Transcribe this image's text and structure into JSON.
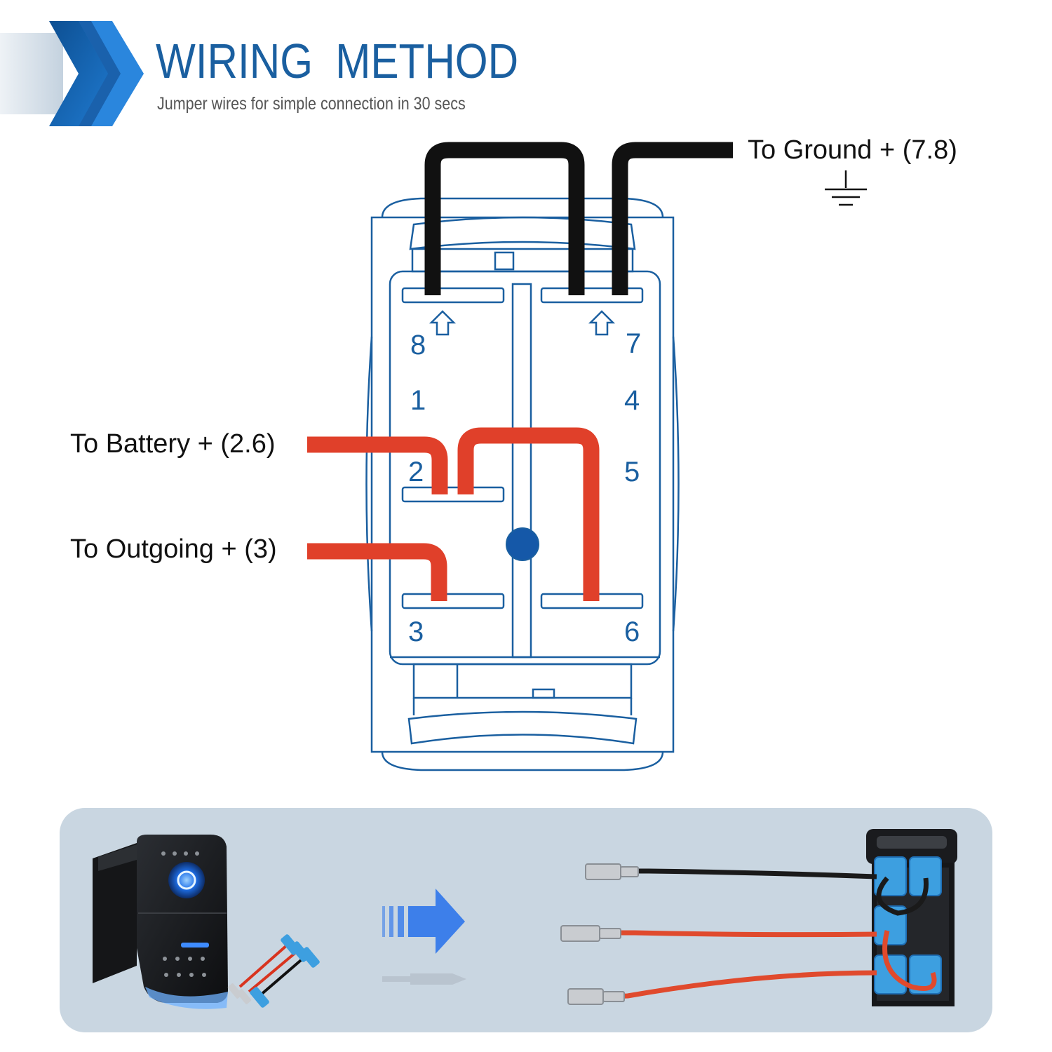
{
  "header": {
    "title": "WIRING  METHOD",
    "subtitle": "Jumper wires for simple connection in 30 secs",
    "accent_color": "#1a5fa0"
  },
  "labels": {
    "ground": "To Ground + (7.8)",
    "battery": "To Battery + (2.6)",
    "outgoing": "To Outgoing + (3)"
  },
  "pins": {
    "p8": "8",
    "p7": "7",
    "p1": "1",
    "p4": "4",
    "p2": "2",
    "p5": "5",
    "p3": "3",
    "p6": "6"
  },
  "colors": {
    "switch_outline": "#1a5fa0",
    "ground_wire": "#111111",
    "power_wire": "#e0402a",
    "panel_bg": "#c9d6e1"
  },
  "icons": {
    "ground": "ground-symbol-icon",
    "arrow": "arrow-up-outline-icon",
    "transition": "arrow-right-icon"
  }
}
